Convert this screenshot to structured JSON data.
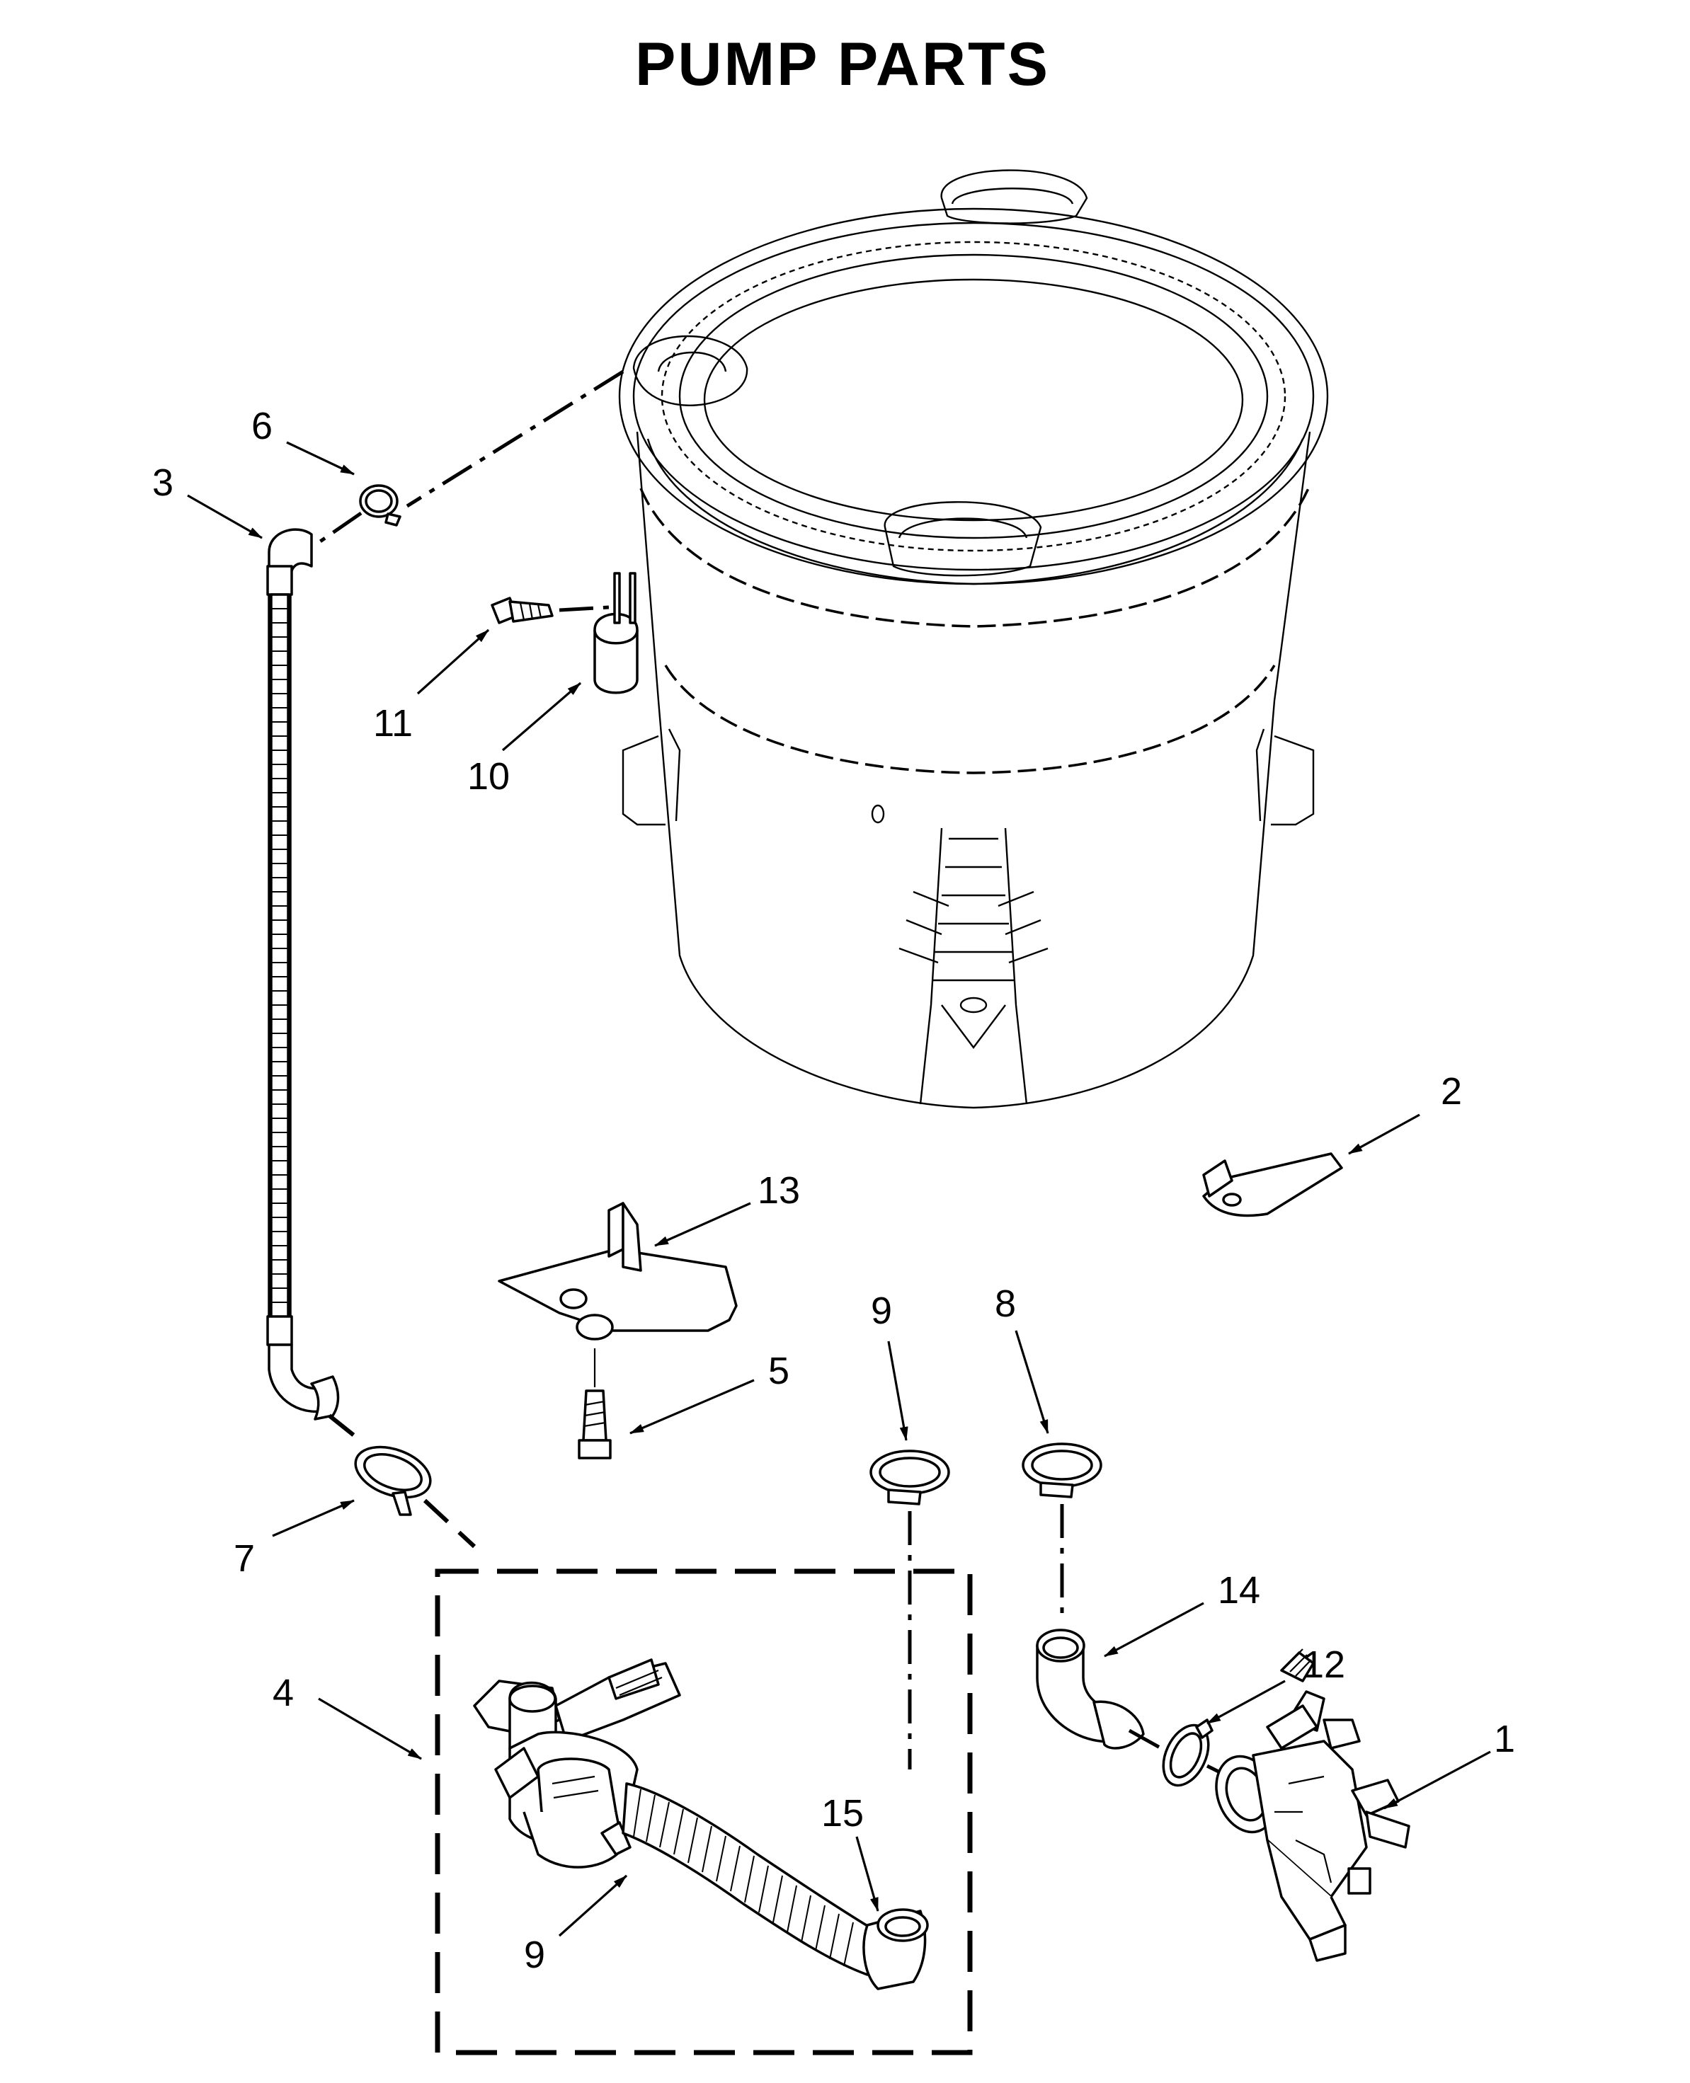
{
  "title": "PUMP  PARTS",
  "callouts": [
    {
      "id": "c1",
      "text": "1"
    },
    {
      "id": "c2",
      "text": "2"
    },
    {
      "id": "c3",
      "text": "3"
    },
    {
      "id": "c4",
      "text": "4"
    },
    {
      "id": "c5",
      "text": "5"
    },
    {
      "id": "c6",
      "text": "6"
    },
    {
      "id": "c7",
      "text": "7"
    },
    {
      "id": "c8",
      "text": "8"
    },
    {
      "id": "c9a",
      "text": "9"
    },
    {
      "id": "c9b",
      "text": "9"
    },
    {
      "id": "c10",
      "text": "10"
    },
    {
      "id": "c11",
      "text": "11"
    },
    {
      "id": "c12",
      "text": "12"
    },
    {
      "id": "c13",
      "text": "13"
    },
    {
      "id": "c14",
      "text": "14"
    },
    {
      "id": "c15",
      "text": "15"
    }
  ]
}
